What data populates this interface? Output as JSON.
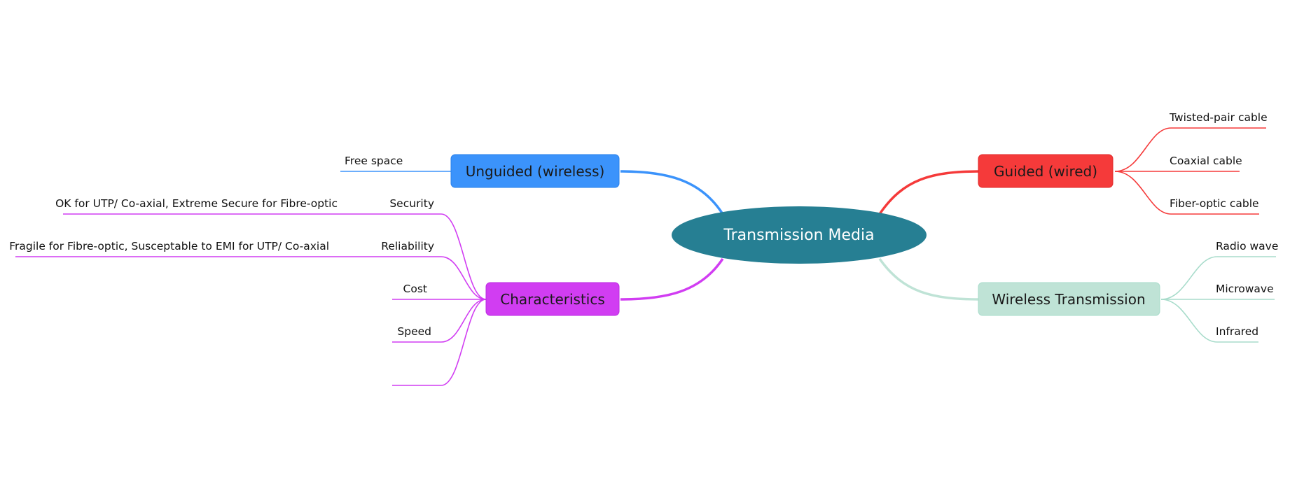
{
  "center": {
    "label": "Transmission Media",
    "color": "#267f93"
  },
  "branches": [
    {
      "id": "guided",
      "label": "Guided (wired)",
      "color": "#f53a3a",
      "leaves": [
        "Twisted-pair cable",
        "Coaxial cable",
        "Fiber-optic cable"
      ]
    },
    {
      "id": "wireless",
      "label": "Wireless Transmission",
      "color": "#bfe3d6",
      "line_color": "#a8dccb",
      "leaves": [
        "Radio wave",
        "Microwave",
        "Infrared"
      ]
    },
    {
      "id": "unguided",
      "label": "Unguided (wireless)",
      "color": "#3b93fb",
      "leaves": [
        "Free space"
      ]
    },
    {
      "id": "characteristics",
      "label": "Characteristics",
      "color": "#d13df2",
      "leaves": [
        {
          "label": "Security",
          "detail": "OK for UTP/ Co-axial, Extreme Secure for Fibre-optic"
        },
        {
          "label": "Reliability",
          "detail": "Fragile for Fibre-optic, Susceptable to EMI for UTP/ Co-axial"
        },
        {
          "label": "Cost"
        },
        {
          "label": "Speed"
        },
        {
          "label": ""
        }
      ]
    }
  ]
}
